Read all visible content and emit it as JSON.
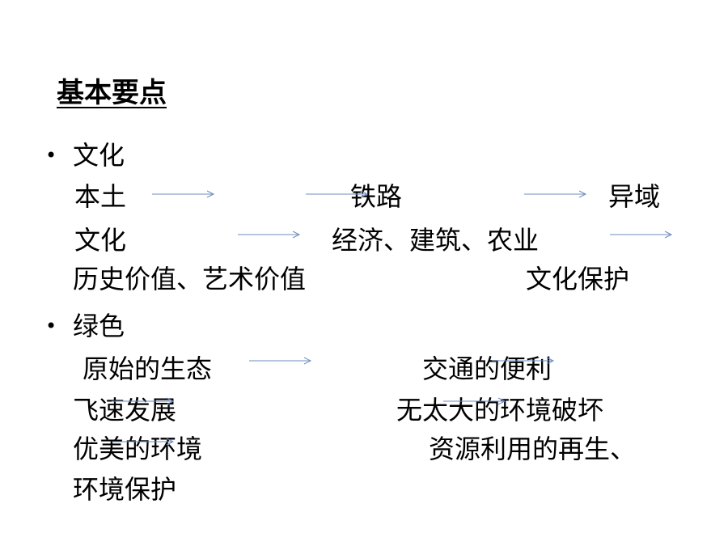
{
  "title": "基本要点",
  "bullet_glyph": "•",
  "culture": {
    "heading": "文化",
    "row1": [
      "本土",
      "铁路",
      "异域"
    ],
    "row2": [
      "文化",
      "经济、建筑、农业"
    ],
    "row3": [
      "历史价值、艺术价值",
      "文化保护"
    ]
  },
  "green": {
    "heading": "绿色",
    "row1": [
      "原始的生态",
      "交通的便利"
    ],
    "row2": [
      "飞速发展",
      "无太大的环境破坏"
    ],
    "row3": [
      "优美的环境",
      "资源利用的再生、"
    ],
    "row4": [
      "环境保护"
    ]
  },
  "colors": {
    "arrow": "#6c8ebf",
    "text": "#000000",
    "background": "#ffffff"
  }
}
